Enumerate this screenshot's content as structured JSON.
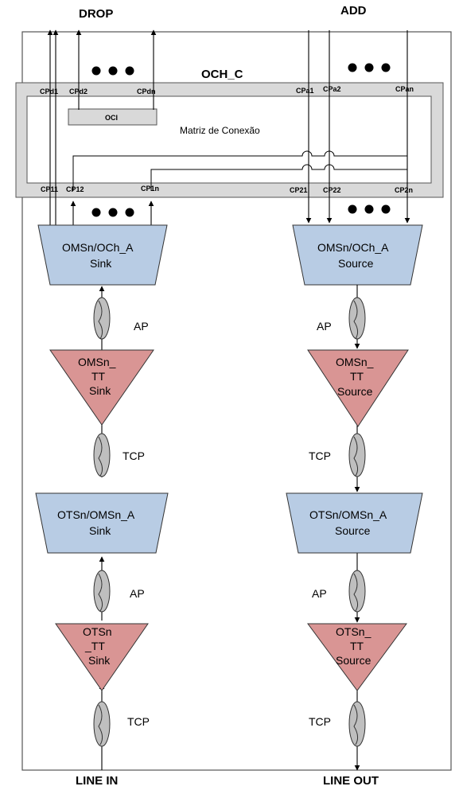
{
  "header": {
    "drop": "DROP",
    "add": "ADD"
  },
  "och_c": {
    "title": "OCH_C",
    "matrix_label": "Matriz de Conexão",
    "oci_label": "OCI",
    "cp_top_drop": [
      "CPd1",
      "CPd2",
      "CPdn"
    ],
    "cp_top_add": [
      "CPa1",
      "CPa2",
      "CPan"
    ],
    "cp_bottom_left": [
      "CP11",
      "CP12",
      "CP1n"
    ],
    "cp_bottom_right": [
      "CP21",
      "CP22",
      "CP2n"
    ]
  },
  "sink": {
    "omsn_och_a": [
      "OMSn/OCh_A",
      "Sink"
    ],
    "ap1": "AP",
    "omsn_tt": [
      "OMSn_",
      "TT",
      "Sink"
    ],
    "tcp1": "TCP",
    "otsn_omsn_a": [
      "OTSn/OMSn_A",
      "Sink"
    ],
    "ap2": "AP",
    "otsn_tt": [
      "OTSn",
      "_TT",
      "Sink"
    ],
    "tcp2": "TCP"
  },
  "source": {
    "omsn_och_a": [
      "OMSn/OCh_A",
      "Source"
    ],
    "ap1": "AP",
    "omsn_tt": [
      "OMSn_",
      "TT",
      "Source"
    ],
    "tcp1": "TCP",
    "otsn_omsn_a": [
      "OTSn/OMSn_A",
      "Source"
    ],
    "ap2": "AP",
    "otsn_tt": [
      "OTSn_",
      "TT",
      "Source"
    ],
    "tcp2": "TCP"
  },
  "footer": {
    "line_in": "LINE IN",
    "line_out": "LINE OUT"
  },
  "colors": {
    "blue_block": "#b8cce4",
    "red_triangle": "#d99594",
    "matrix_fill": "#d9d9d9",
    "ellipse_fill": "#bfbfbf",
    "stroke": "#333333"
  }
}
